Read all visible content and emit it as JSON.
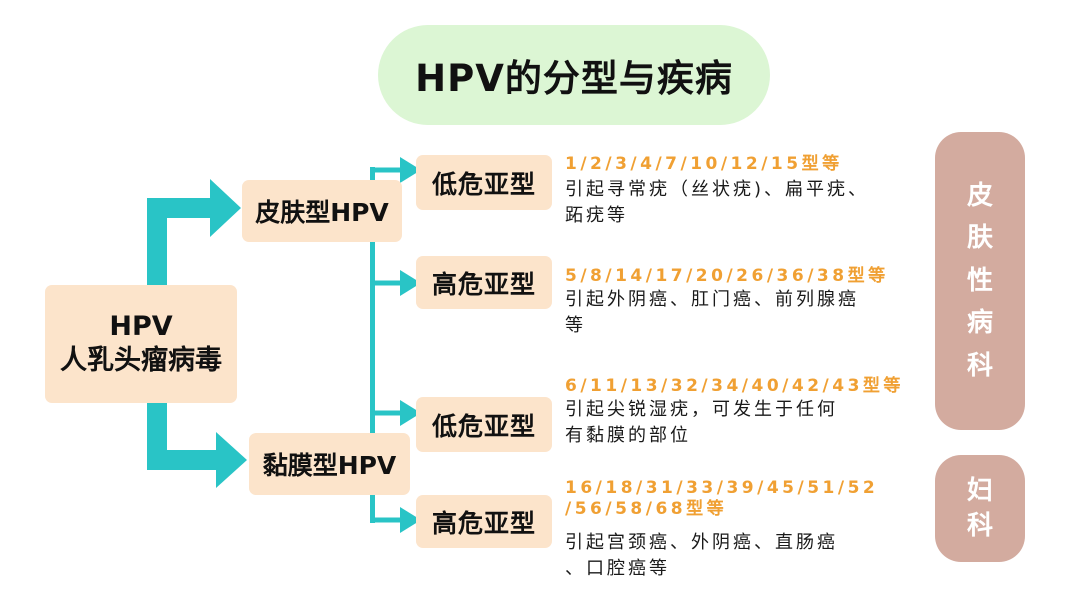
{
  "title": "HPV的分型与疾病",
  "root": {
    "line1": "HPV",
    "line2": "人乳头瘤病毒"
  },
  "branches": [
    {
      "label": "皮肤型HPV",
      "subtypes": [
        {
          "label": "低危亚型",
          "types": [
            "1/2/3/4/7/10/12/15型等"
          ],
          "desc": [
            "引起寻常疣（丝状疣)、扁平疣、",
            "跖疣等"
          ]
        },
        {
          "label": "高危亚型",
          "types": [
            "5/8/14/17/20/26/36/38型等"
          ],
          "desc": [
            "引起外阴癌、肛门癌、前列腺癌",
            "等"
          ]
        }
      ]
    },
    {
      "label": "黏膜型HPV",
      "subtypes": [
        {
          "label": "低危亚型",
          "types": [
            "6/11/13/32/34/40/42/43型等"
          ],
          "desc": [
            "引起尖锐湿疣，可发生于任何",
            "有黏膜的部位"
          ]
        },
        {
          "label": "高危亚型",
          "types": [
            "16/18/31/33/39/45/51/52",
            "/56/58/68型等"
          ],
          "desc": [
            "引起宫颈癌、外阴癌、直肠癌",
            "、口腔癌等"
          ]
        }
      ]
    }
  ],
  "departments": [
    {
      "label": "皮肤性病科"
    },
    {
      "label": "妇科"
    }
  ],
  "colors": {
    "teal": "#29c4c6",
    "beige": "#fce4cb",
    "orange": "#f0a033",
    "mauve": "#d3ab9f",
    "green": "#dcf6d4"
  }
}
